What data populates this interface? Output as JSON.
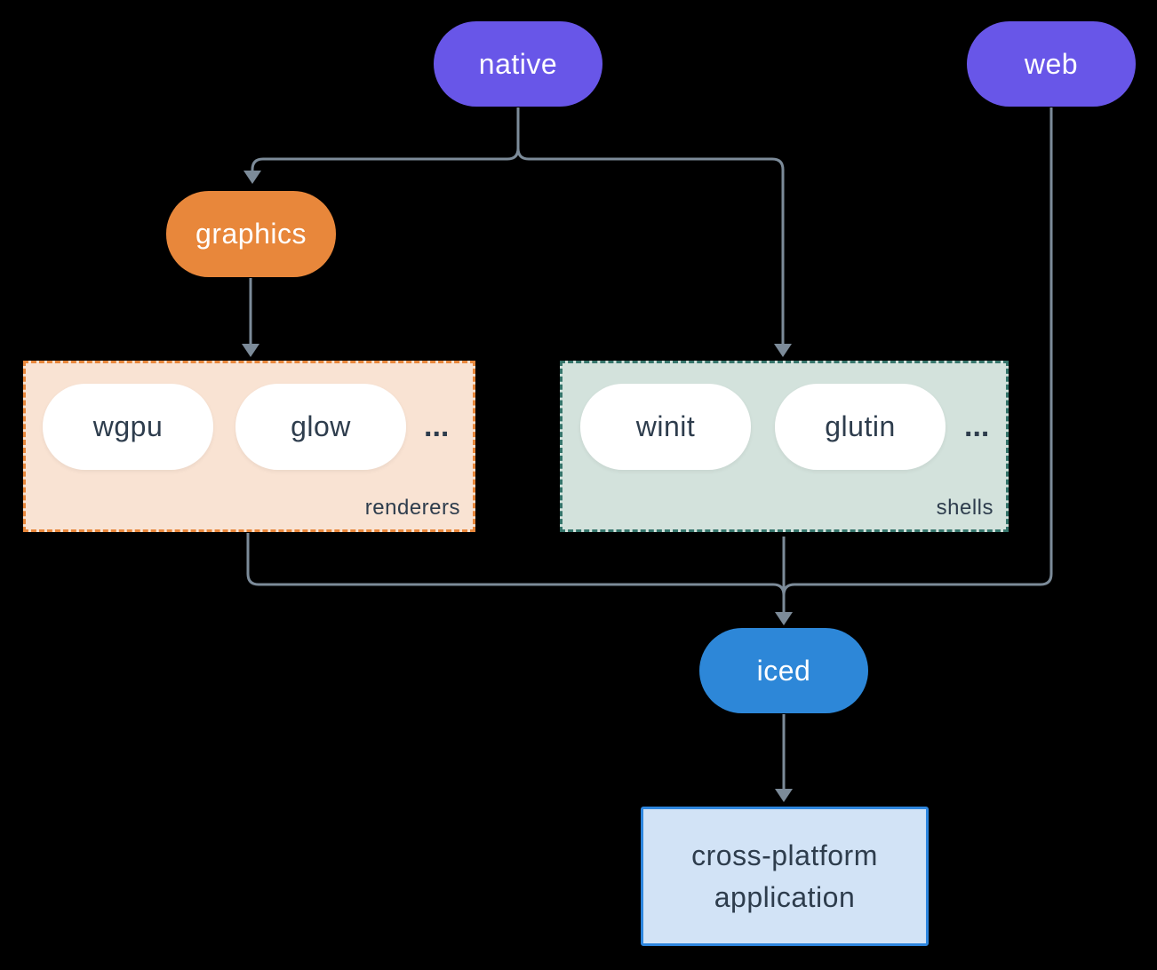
{
  "diagram": {
    "nodes": {
      "native": {
        "label": "native"
      },
      "web": {
        "label": "web"
      },
      "graphics": {
        "label": "graphics"
      },
      "iced": {
        "label": "iced"
      },
      "application": {
        "label_line1": "cross-platform",
        "label_line2": "application"
      }
    },
    "groups": {
      "renderers": {
        "label": "renderers",
        "items": [
          "wgpu",
          "glow"
        ],
        "ellipsis": "..."
      },
      "shells": {
        "label": "shells",
        "items": [
          "winit",
          "glutin"
        ],
        "ellipsis": "..."
      }
    },
    "edges": [
      {
        "from": "native",
        "to": "graphics"
      },
      {
        "from": "native",
        "to": "shells"
      },
      {
        "from": "graphics",
        "to": "renderers"
      },
      {
        "from": "renderers",
        "to": "iced"
      },
      {
        "from": "shells",
        "to": "iced"
      },
      {
        "from": "web",
        "to": "iced"
      },
      {
        "from": "iced",
        "to": "application"
      }
    ],
    "colors": {
      "background": "#000000",
      "connector": "#7c8b99",
      "purple": "#6856e8",
      "orange": "#e8873b",
      "blue": "#2d87d8",
      "renderers_fill": "#f9e3d3",
      "renderers_border": "#e8873b",
      "shells_fill": "#d3e2dc",
      "shells_border": "#35756b",
      "app_fill": "#d2e3f6",
      "app_border": "#2e86de",
      "text_light": "#ffffff",
      "text_dark": "#2e3d4d"
    }
  }
}
